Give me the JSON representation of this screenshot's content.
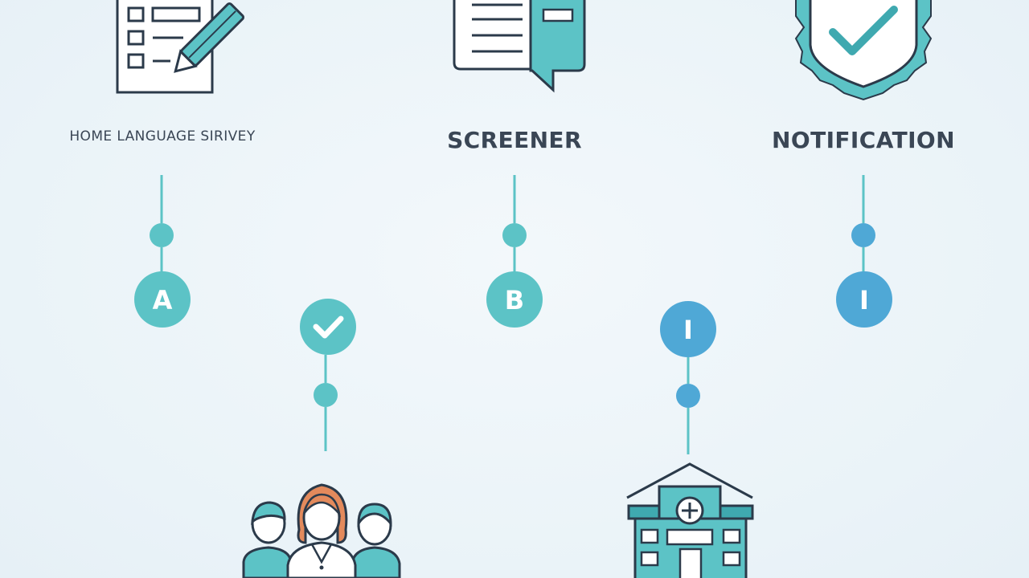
{
  "steps": {
    "survey": {
      "label": "HOME LANGUAGE SIRIVEY",
      "badge": "A",
      "icon": "survey-form-pencil-icon"
    },
    "screener": {
      "label": "SCREENER",
      "badge": "B",
      "icon": "document-bookmark-icon"
    },
    "notification": {
      "label": "NOTIFICATION",
      "badge": "I",
      "icon": "shield-check-icon"
    }
  },
  "lower_nodes": {
    "family": {
      "badge_icon": "checkmark-icon",
      "icon": "family-group-icon"
    },
    "school": {
      "badge": "I",
      "icon": "school-building-icon"
    }
  },
  "colors": {
    "background": "#eef5f9",
    "teal": "#5cc3c6",
    "teal_dark": "#3fa9b0",
    "blue": "#4fa8d6",
    "outline": "#2b3a4a",
    "text": "#3a4655",
    "orange": "#e38a5c"
  }
}
